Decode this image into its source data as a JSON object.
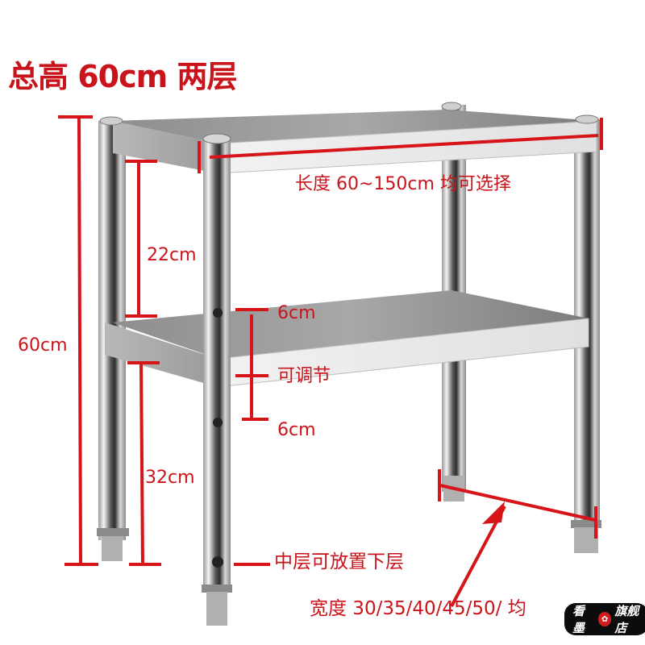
{
  "product": {
    "title": "总高 60cm 两层",
    "annotations": {
      "length": "长度 60~150cm 均可选择",
      "upper_gap": "22cm",
      "total_height": "60cm",
      "adjust_up": "6cm",
      "adjustable": "可调节",
      "adjust_down": "6cm",
      "lower_gap": "32cm",
      "middle_to_lower": "中层可放置下层",
      "width": "宽度 30/35/40/45/50/ 均"
    },
    "watermark": {
      "left_text": "看墨",
      "logo_icon": "mascot-logo-icon",
      "right_text": "旗舰店"
    },
    "colors": {
      "annotation_red": "#c8141a",
      "steel_light": "#e6e6e6",
      "steel_mid": "#a8a8a8",
      "steel_dark": "#5a5a5a",
      "badge_bg": "#0c0c0c"
    }
  }
}
